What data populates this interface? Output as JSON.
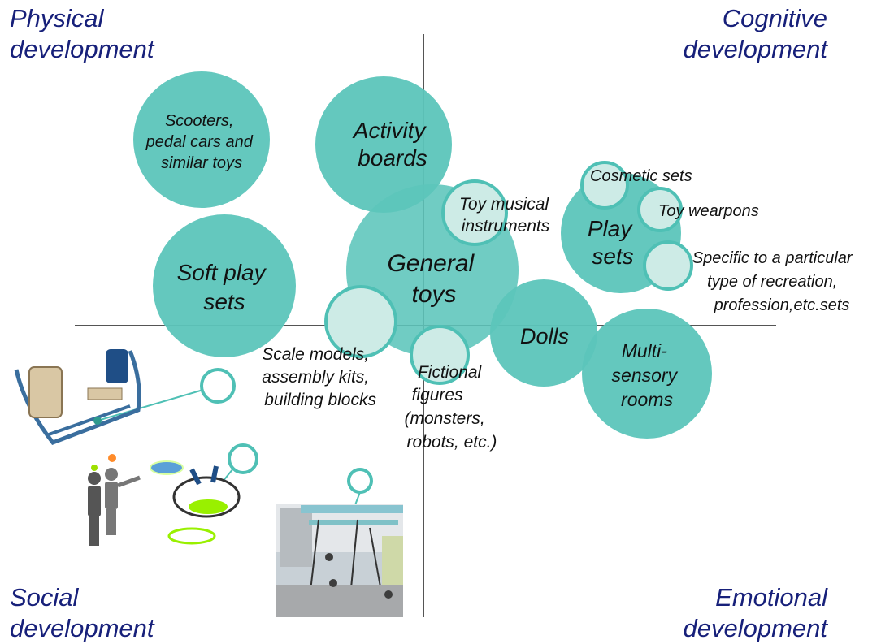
{
  "corners": {
    "physical": [
      "Physical",
      "development"
    ],
    "cognitive": [
      "Cognitive",
      "development"
    ],
    "social": [
      "Social",
      "development"
    ],
    "emotional": [
      "Emotional",
      "development"
    ]
  },
  "colors": {
    "bubble": "#5cc5bb",
    "bubble_light": "#cdebe6",
    "ring_stroke": "#4fc0b5",
    "axis": "#555555",
    "corner_text": "#17207a"
  },
  "bubbles": {
    "scooters": [
      "Scooters,",
      "pedal cars and",
      "similar toys"
    ],
    "activity_boards": [
      "Activity",
      "boards"
    ],
    "soft_play": [
      "Soft play",
      "sets"
    ],
    "general_toys": [
      "General",
      "toys"
    ],
    "toy_musical": [
      "Toy musical",
      "instruments"
    ],
    "play_sets": [
      "Play",
      "sets"
    ],
    "cosmetic": [
      "Cosmetic sets"
    ],
    "toy_weapons": [
      "Toy wearpons"
    ],
    "specific": [
      "Specific to a particular",
      "type of recreation,",
      "profession,etc.sets"
    ],
    "dolls": [
      "Dolls"
    ],
    "multisensory": [
      "Multi-",
      "sensory",
      "rooms"
    ],
    "scale_models": [
      "Scale models,",
      "assembly kits,",
      "building blocks"
    ],
    "fictional": [
      "Fictional",
      "figures",
      "(monsters,",
      "robots, etc.)"
    ]
  },
  "illustrations": [
    "seesaw-illustration",
    "pointing-children-illustration",
    "swing-park-photo"
  ]
}
